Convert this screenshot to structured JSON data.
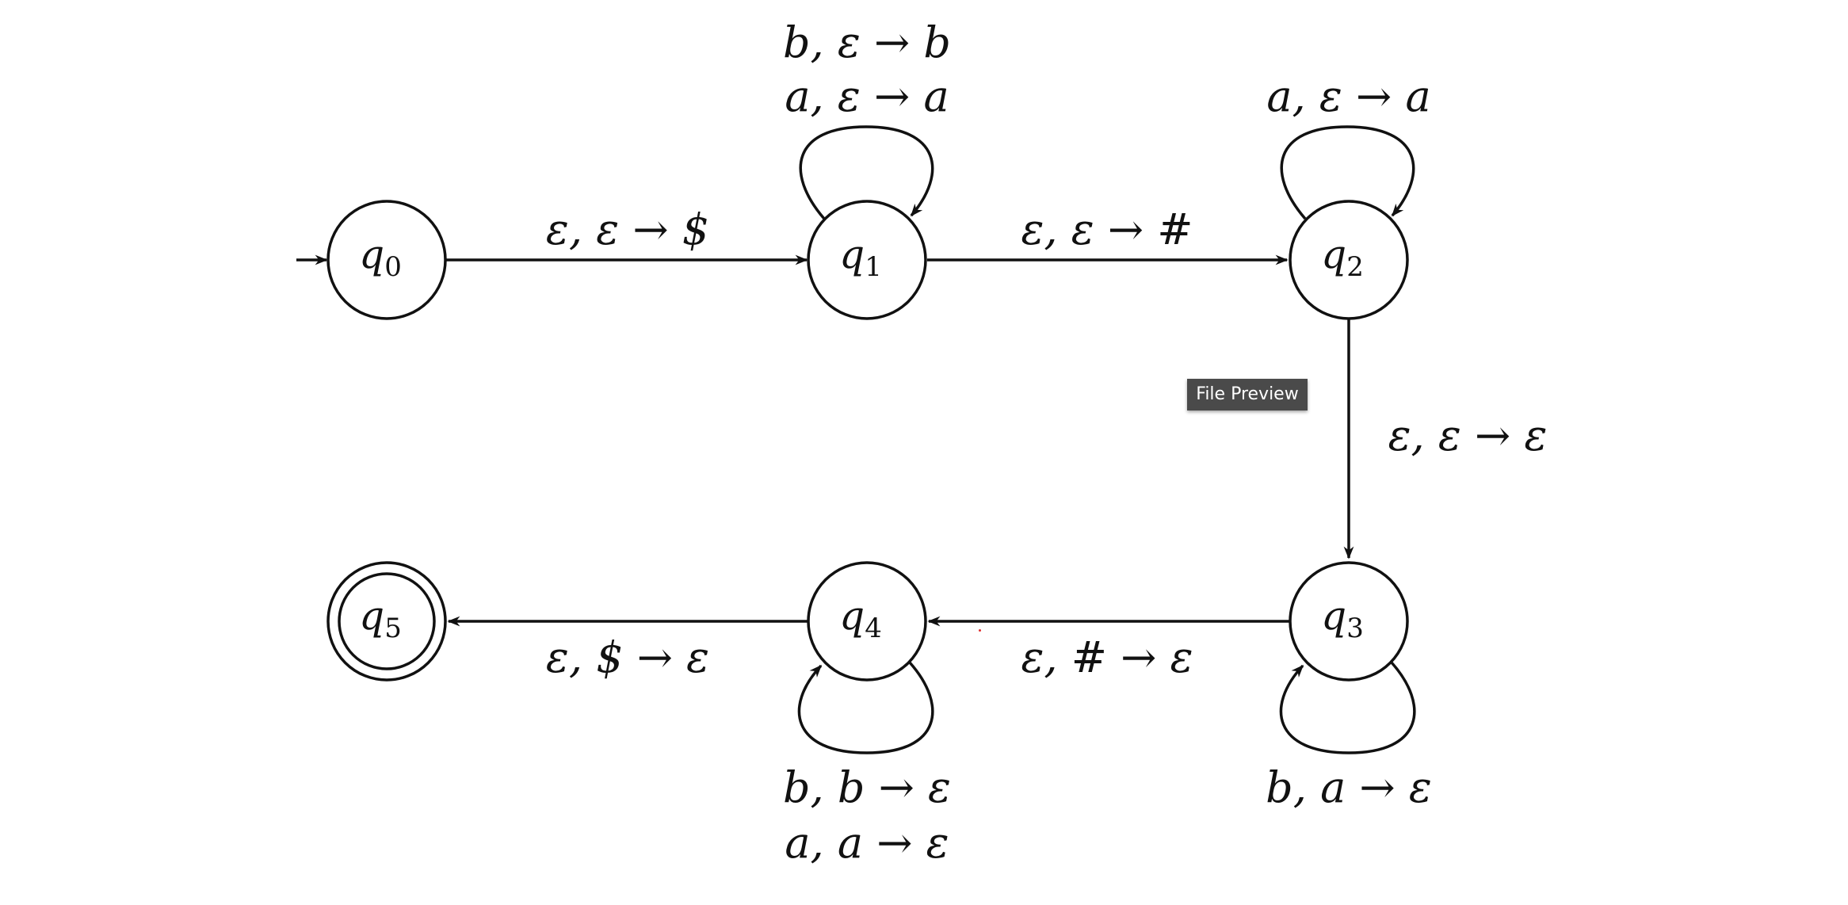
{
  "states": [
    {
      "id": "q0",
      "letter": "q",
      "index": "0",
      "accepting": false,
      "initial": true
    },
    {
      "id": "q1",
      "letter": "q",
      "index": "1",
      "accepting": false,
      "initial": false
    },
    {
      "id": "q2",
      "letter": "q",
      "index": "2",
      "accepting": false,
      "initial": false
    },
    {
      "id": "q3",
      "letter": "q",
      "index": "3",
      "accepting": false,
      "initial": false
    },
    {
      "id": "q4",
      "letter": "q",
      "index": "4",
      "accepting": false,
      "initial": false
    },
    {
      "id": "q5",
      "letter": "q",
      "index": "5",
      "accepting": true,
      "initial": false
    }
  ],
  "transitions": {
    "q0_q1": "ε, ε → $",
    "q1_q2": "ε, ε → #",
    "q2_q3": "ε, ε → ε",
    "q3_q4": "ε, # → ε",
    "q4_q5": "ε, $ → ε",
    "q1_loop": [
      "b, ε → b",
      "a, ε → a"
    ],
    "q2_loop": [
      "a, ε → a"
    ],
    "q3_loop": [
      "b, a → ε"
    ],
    "q4_loop": [
      "b, b → ε",
      "a, a → ε"
    ]
  },
  "tooltip": {
    "text": "File Preview"
  },
  "colors": {
    "stroke": "#111111",
    "tooltip_bg": "#4a4a4a",
    "tooltip_text": "#ffffff"
  }
}
